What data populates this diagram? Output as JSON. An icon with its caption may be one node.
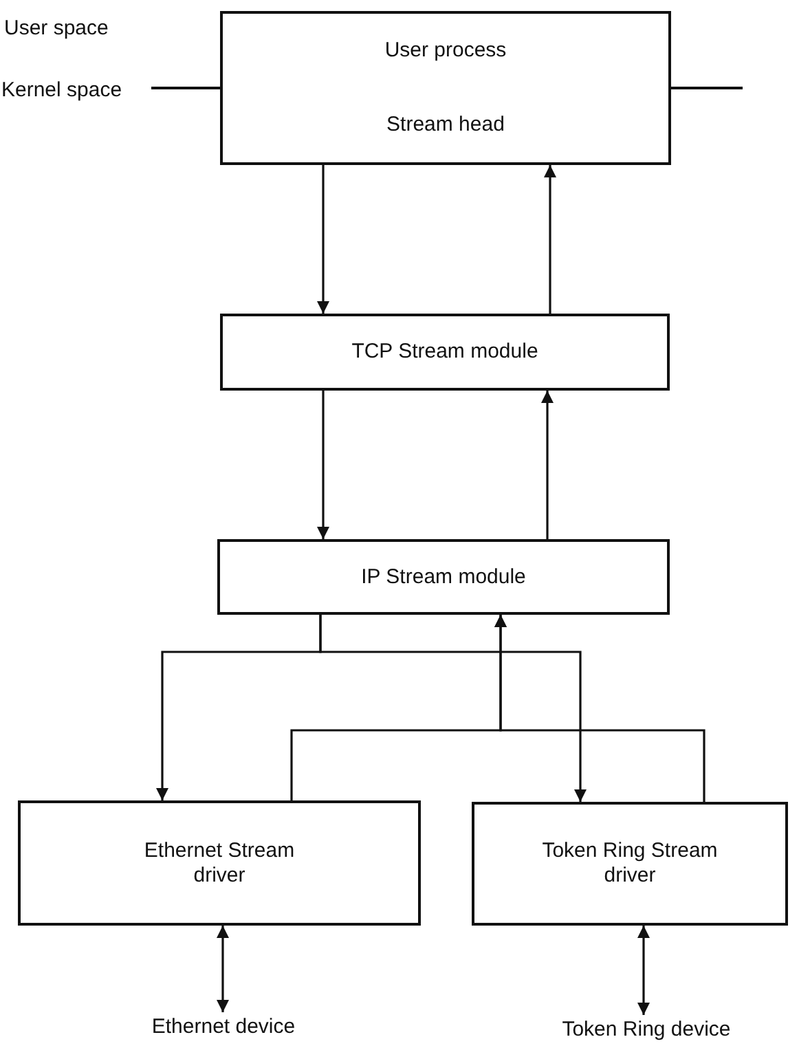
{
  "diagram": {
    "nodes": [
      {
        "text": [
          "User process",
          "Stream head"
        ]
      },
      {
        "text": [
          "TCP Stream module"
        ]
      },
      {
        "text": [
          "IP Stream module"
        ]
      },
      {
        "text": [
          "Ethernet Stream driver"
        ]
      },
      {
        "text": [
          "Token Ring Stream driver"
        ]
      },
      {
        "text": [
          "Ethernet device"
        ]
      },
      {
        "text": [
          "Token Ring device"
        ]
      }
    ],
    "edges": [
      {
        "from": 0,
        "to": 1,
        "arrow": "to"
      },
      {
        "from": 1,
        "to": 0,
        "arrow": "to"
      },
      {
        "from": 1,
        "to": 2,
        "arrow": "to"
      },
      {
        "from": 2,
        "to": 1,
        "arrow": "to"
      },
      {
        "from": 2,
        "to": 3,
        "arrow": "to"
      },
      {
        "from": 2,
        "to": 4,
        "arrow": "to"
      },
      {
        "from": 3,
        "to": 2,
        "arrow": "to"
      },
      {
        "from": 4,
        "to": 2,
        "arrow": "to"
      },
      {
        "from": 3,
        "to": 5,
        "arrow": "both"
      },
      {
        "from": 4,
        "to": 6,
        "arrow": "both"
      }
    ],
    "labels": [
      "User space",
      "Kernel space"
    ]
  }
}
